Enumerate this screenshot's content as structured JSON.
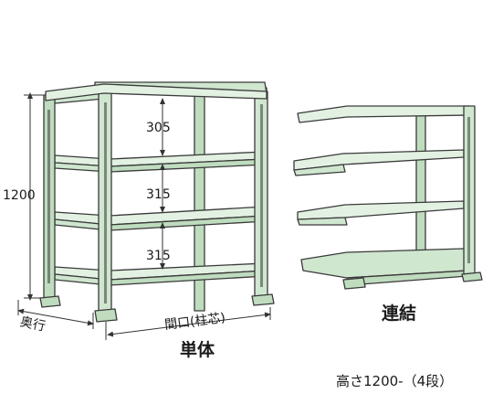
{
  "dimensions": {
    "height_total": "1200",
    "shelf_gaps": [
      "305",
      "315",
      "315"
    ],
    "depth": "奥行",
    "width": "間口(柱芯)"
  },
  "labels": {
    "single_unit": "単体",
    "connected_unit": "連結",
    "caption": "高さ1200-（4段）"
  },
  "colors": {
    "shelf_fill": "#cfe6cf",
    "shelf_top": "#e2f1e2",
    "post_fill": "#bfdcbf",
    "outline": "#3a3a3a",
    "dim_line": "#333333"
  }
}
